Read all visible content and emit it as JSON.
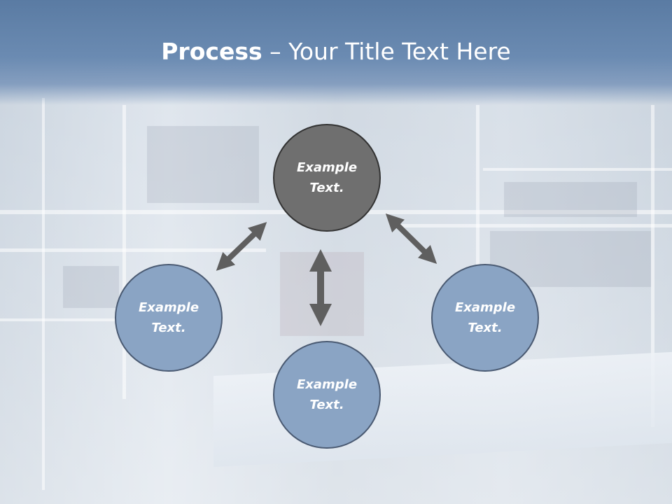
{
  "slide": {
    "title_bold": "Process",
    "title_rest": " – Your Title Text Here"
  },
  "nodes": {
    "top": {
      "label": "Example\nText."
    },
    "left": {
      "label": "Example\nText."
    },
    "right": {
      "label": "Example\nText."
    },
    "bottom": {
      "label": "Example\nText."
    }
  },
  "colors": {
    "header": "#6082ac",
    "top_node": "#6f6f6f",
    "outer_nodes": "#8aa4c4",
    "arrows": "#5f5f5f"
  }
}
